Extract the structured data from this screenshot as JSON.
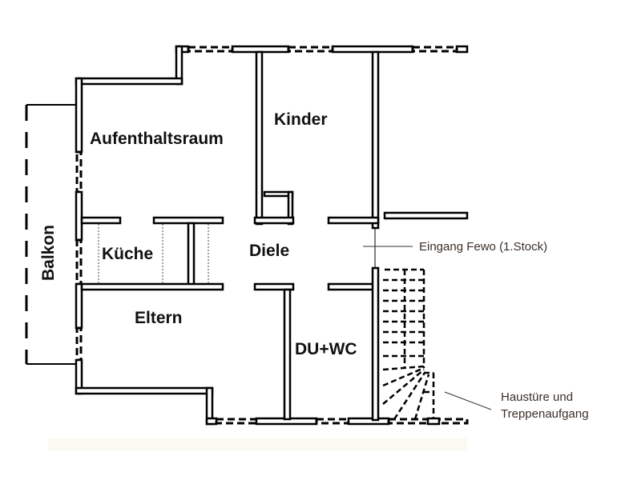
{
  "rooms": {
    "aufenthaltsraum": "Aufenthaltsraum",
    "kinder": "Kinder",
    "kueche": "Küche",
    "diele": "Diele",
    "eltern": "Eltern",
    "du_wc": "DU+WC",
    "balkon": "Balkon"
  },
  "annotations": {
    "eingang": "Eingang Fewo (1.Stock)",
    "haustuere_line1": "Haustüre und",
    "haustuere_line2": "Treppenaufgang"
  }
}
